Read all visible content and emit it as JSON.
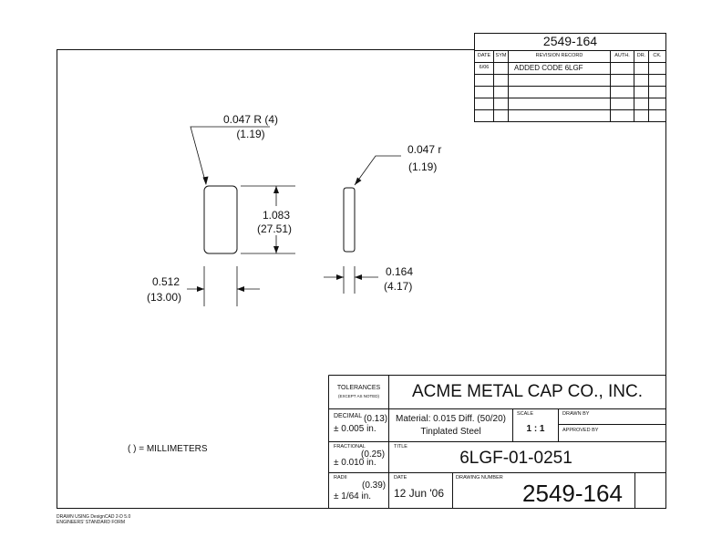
{
  "drawing_number_header": "2549-164",
  "revision_table": {
    "headers": {
      "date": "DATE",
      "sym": "SYM",
      "record": "REVISION RECORD",
      "auth": "AUTH.",
      "dr": "DR.",
      "ck": "CK."
    },
    "rows": [
      {
        "date": "6/06",
        "sym": "",
        "record": "ADDED CODE 6LGF",
        "auth": "",
        "dr": "",
        "ck": ""
      }
    ]
  },
  "dimensions": {
    "left_radius": {
      "value": "0.047 R (4)",
      "mm": "(1.19)"
    },
    "right_radius": {
      "value": "0.047 r",
      "mm": "(1.19)"
    },
    "height": {
      "value": "1.083",
      "mm": "(27.51)"
    },
    "width": {
      "value": "0.512",
      "mm": "(13.00)"
    },
    "thickness": {
      "value": "0.164",
      "mm": "(4.17)"
    }
  },
  "note_millimeters": "( ) = MILLIMETERS",
  "title_block": {
    "tolerances_label": "TOLERANCES",
    "tolerances_note": "(EXCEPT AS NOTED)",
    "company": "ACME METAL CAP CO., INC.",
    "decimal_label": "DECIMAL",
    "decimal_mm": "(0.13)",
    "decimal_tol": "± 0.005 in.",
    "material_line1": "Material: 0.015 Diff. (50/20)",
    "material_line2": "Tinplated Steel",
    "scale_label": "SCALE",
    "scale_value": "1 : 1",
    "drawn_by_label": "DRAWN BY",
    "approved_by_label": "APPROVED BY",
    "fractional_label": "FRACTIONAL",
    "fractional_mm": "(0.25)",
    "fractional_tol": "± 0.010 in.",
    "title_label": "TITLE",
    "title_value": "6LGF-01-0251",
    "radii_label": "RADII",
    "radii_mm": "(0.39)",
    "radii_tol": "± 1/64 in.",
    "date_label": "DATE",
    "date_value": "12 Jun '06",
    "drawing_number_label": "DRAWING NUMBER",
    "drawing_number_value": "2549-164"
  },
  "footer": {
    "line1": "DRAWN USING DesignCAD 2-D 5.0",
    "line2": "ENGINEERS' STANDARD FORM"
  }
}
